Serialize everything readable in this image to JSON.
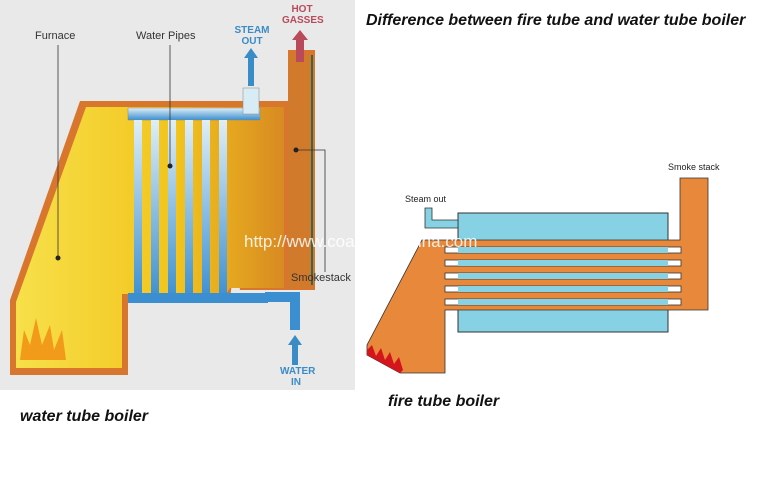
{
  "title": "Difference between fire tube and water tube boiler",
  "water_tube": {
    "caption": "water tube boiler",
    "labels": {
      "furnace": "Furnace",
      "water_pipes": "Water Pipes",
      "steam_out": "STEAM OUT",
      "hot_gasses": "HOT GASSES",
      "smokestack": "Smokestack",
      "water_in": "WATER IN"
    }
  },
  "fire_tube": {
    "caption": "fire tube boiler",
    "labels": {
      "steam_out": "Steam out",
      "smoke_stack": "Smoke stack"
    }
  },
  "watermark": "http://www.coalboilerchina.com",
  "colors": {
    "orange": "#e8883a",
    "yellow": "#f5d21e",
    "water_blue": "#86d1e3",
    "flame_red": "#d4151b"
  }
}
